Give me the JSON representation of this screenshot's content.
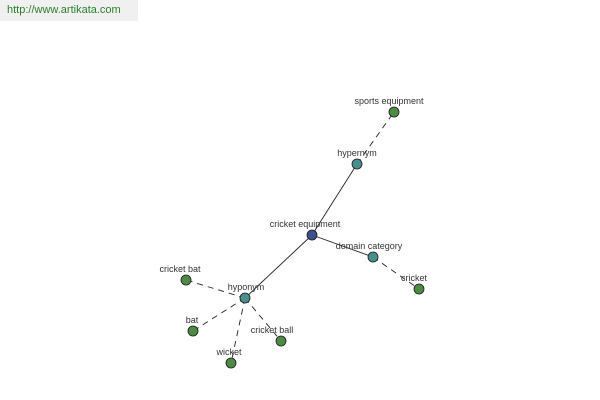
{
  "banner": {
    "url": "http://www.artikata.com"
  },
  "colors": {
    "url_text": "#2a7f2a",
    "banner_bg": "#f0f0f0",
    "center_node": "#3c4f8c",
    "relation_node": "#4a8f8f",
    "leaf_node": "#4e8a46",
    "edge": "#222222"
  },
  "nodes": [
    {
      "id": "cricket-equipment",
      "label": "cricket equipment",
      "kind": "center"
    },
    {
      "id": "hypernym",
      "label": "hypernym",
      "kind": "relation"
    },
    {
      "id": "sports-equipment",
      "label": "sports equipment",
      "kind": "leaf"
    },
    {
      "id": "domain-category",
      "label": "domain category",
      "kind": "relation"
    },
    {
      "id": "cricket",
      "label": "cricket",
      "kind": "leaf"
    },
    {
      "id": "hyponym",
      "label": "hyponym",
      "kind": "relation"
    },
    {
      "id": "cricket-bat",
      "label": "cricket bat",
      "kind": "leaf"
    },
    {
      "id": "bat",
      "label": "bat",
      "kind": "leaf"
    },
    {
      "id": "wicket",
      "label": "wicket",
      "kind": "leaf"
    },
    {
      "id": "cricket-ball",
      "label": "cricket ball",
      "kind": "leaf"
    }
  ],
  "edges": [
    {
      "from": "cricket-equipment",
      "to": "hypernym",
      "style": "solid"
    },
    {
      "from": "hypernym",
      "to": "sports-equipment",
      "style": "dashed"
    },
    {
      "from": "cricket-equipment",
      "to": "domain-category",
      "style": "solid"
    },
    {
      "from": "domain-category",
      "to": "cricket",
      "style": "dashed"
    },
    {
      "from": "cricket-equipment",
      "to": "hyponym",
      "style": "solid"
    },
    {
      "from": "hyponym",
      "to": "cricket-bat",
      "style": "dashed"
    },
    {
      "from": "hyponym",
      "to": "bat",
      "style": "dashed"
    },
    {
      "from": "hyponym",
      "to": "wicket",
      "style": "dashed"
    },
    {
      "from": "hyponym",
      "to": "cricket-ball",
      "style": "dashed"
    }
  ]
}
